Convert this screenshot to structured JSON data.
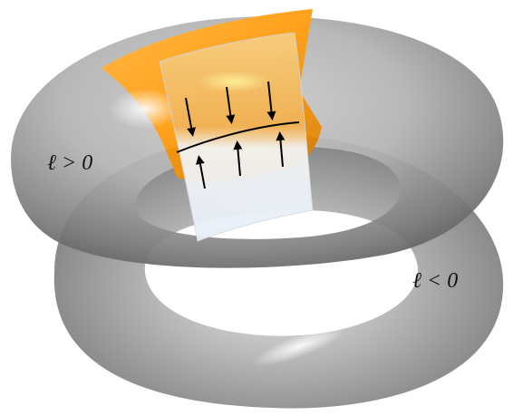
{
  "labels": {
    "upper": "ℓ > 0",
    "lower": "ℓ < 0"
  },
  "arrows": {
    "down_count": 3,
    "up_count": 3
  },
  "colors": {
    "torus_gray_light": "#d9d9d9",
    "torus_gray_mid": "#a6a6a6",
    "torus_gray_dark": "#5a5a5a",
    "orange_band": "#ff9a0a",
    "sheet_light": "#eef2f7",
    "interface_line": "#000000"
  }
}
